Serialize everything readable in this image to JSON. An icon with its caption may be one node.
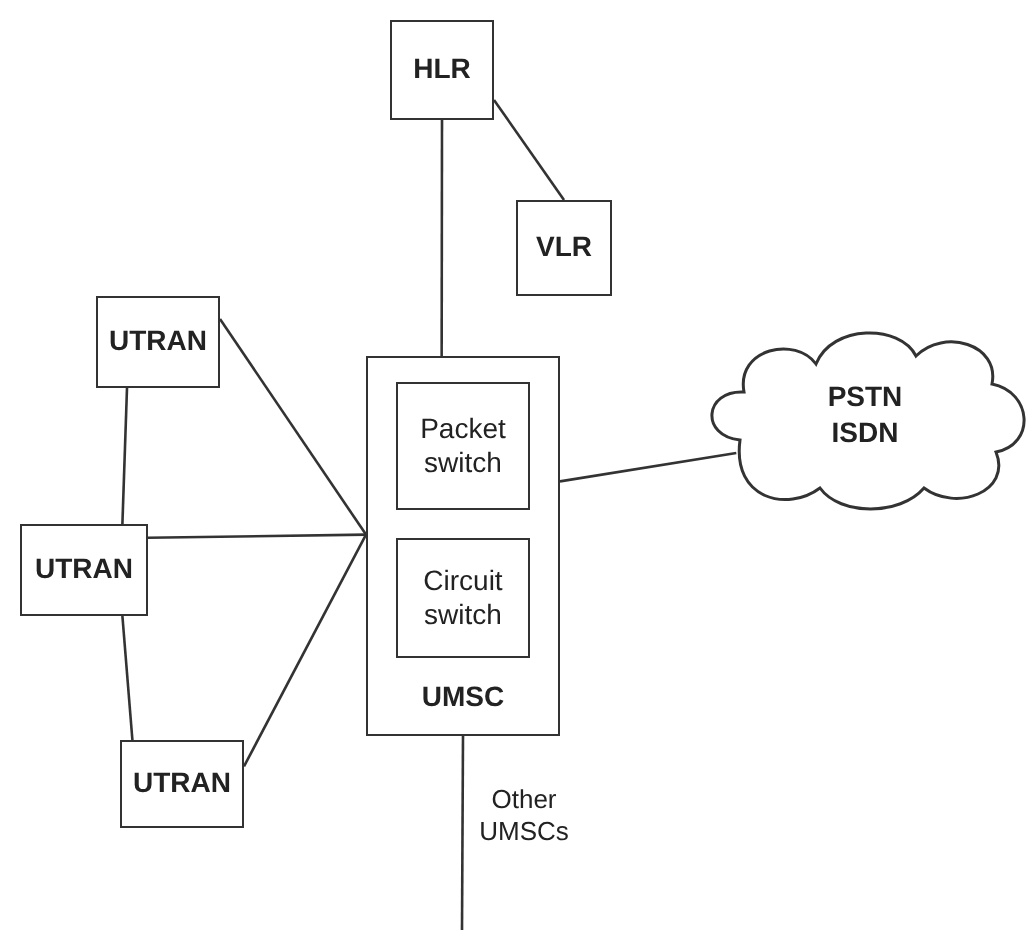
{
  "diagram": {
    "nodes": [
      {
        "text": [
          "HLR"
        ]
      },
      {
        "text": [
          "VLR"
        ]
      },
      {
        "text": [
          "UMSC"
        ]
      },
      {
        "text": [
          "Packet switch"
        ],
        "in": 2
      },
      {
        "text": [
          "Circuit switch"
        ],
        "in": 2
      },
      {
        "text": [
          "UTRAN"
        ]
      },
      {
        "text": [
          "UTRAN"
        ]
      },
      {
        "text": [
          "UTRAN"
        ]
      },
      {
        "text": [
          "PSTN ISDN"
        ]
      }
    ],
    "edges": [
      {
        "from": 0,
        "to": 2,
        "arrow": "none"
      },
      {
        "from": 0,
        "to": 1,
        "arrow": "none"
      },
      {
        "from": 5,
        "to": 2,
        "arrow": "none"
      },
      {
        "from": 6,
        "to": 2,
        "arrow": "none"
      },
      {
        "from": 7,
        "to": 2,
        "arrow": "none"
      },
      {
        "from": 5,
        "to": 6,
        "arrow": "none"
      },
      {
        "from": 6,
        "to": 7,
        "arrow": "none"
      },
      {
        "from": 2,
        "to": 8,
        "arrow": "none"
      },
      {
        "from": 2,
        "to": null,
        "arrow": "none",
        "label": "Other UMSCs"
      }
    ]
  }
}
